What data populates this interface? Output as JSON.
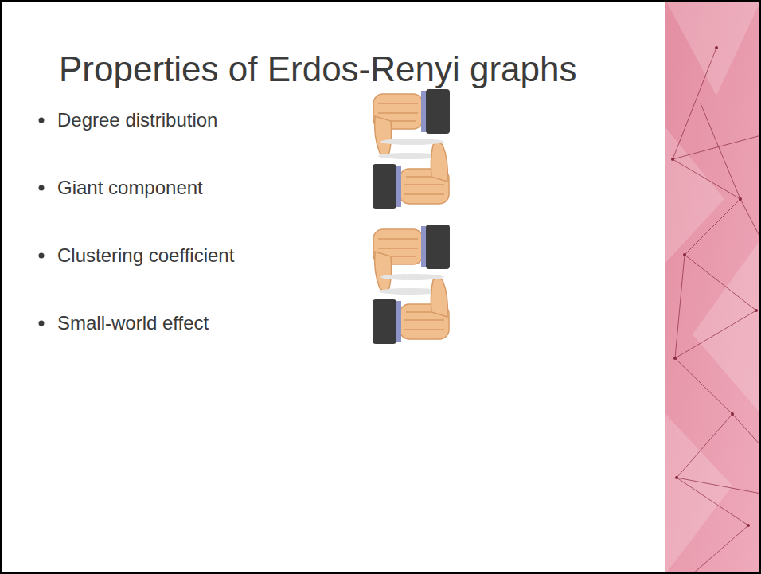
{
  "diagram": {
    "title": "Properties of Erdos-Renyi graphs",
    "labels": [
      "Degree distribution",
      "Giant component",
      "Clustering coefficient",
      "Small-world effect"
    ]
  }
}
